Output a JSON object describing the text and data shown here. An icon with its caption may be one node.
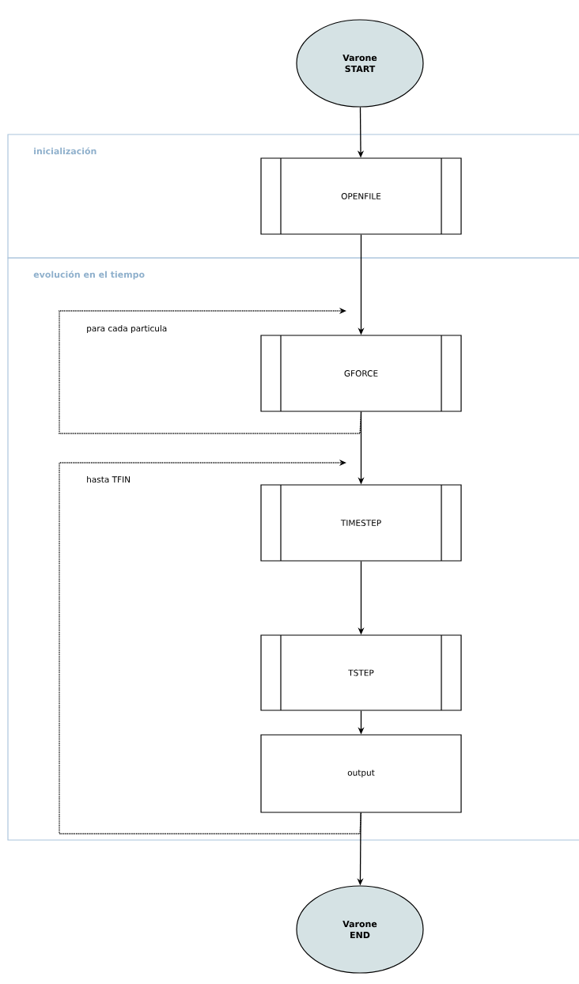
{
  "diagram": {
    "nodes": [
      {
        "text": [
          "Varone START"
        ]
      },
      {
        "text": [
          "inicialización"
        ]
      },
      {
        "text": [
          "OPENFILE"
        ],
        "in": 1
      },
      {
        "text": [
          "evolución en el tiempo"
        ]
      },
      {
        "text": [
          "GFORCE"
        ],
        "in": 3
      },
      {
        "text": [
          "TIMESTEP"
        ],
        "in": 3
      },
      {
        "text": [
          "TSTEP"
        ],
        "in": 3
      },
      {
        "text": [
          "output"
        ],
        "in": 3
      },
      {
        "text": [
          "Varone END"
        ]
      }
    ],
    "edges": [
      {
        "from": 0,
        "to": 2,
        "arrow": "to"
      },
      {
        "from": 2,
        "to": 4,
        "arrow": "to"
      },
      {
        "from": 4,
        "to": 4,
        "arrow": "to",
        "style": "dashed"
      },
      {
        "from": 4,
        "to": 5,
        "arrow": "to"
      },
      {
        "from": 5,
        "to": 6,
        "arrow": "to"
      },
      {
        "from": 6,
        "to": 7,
        "arrow": "to"
      },
      {
        "from": 7,
        "to": 5,
        "arrow": "to",
        "style": "dashed"
      },
      {
        "from": 7,
        "to": 8,
        "arrow": "to"
      }
    ],
    "labels": [
      "para cada particula",
      "hasta TFIN"
    ]
  }
}
